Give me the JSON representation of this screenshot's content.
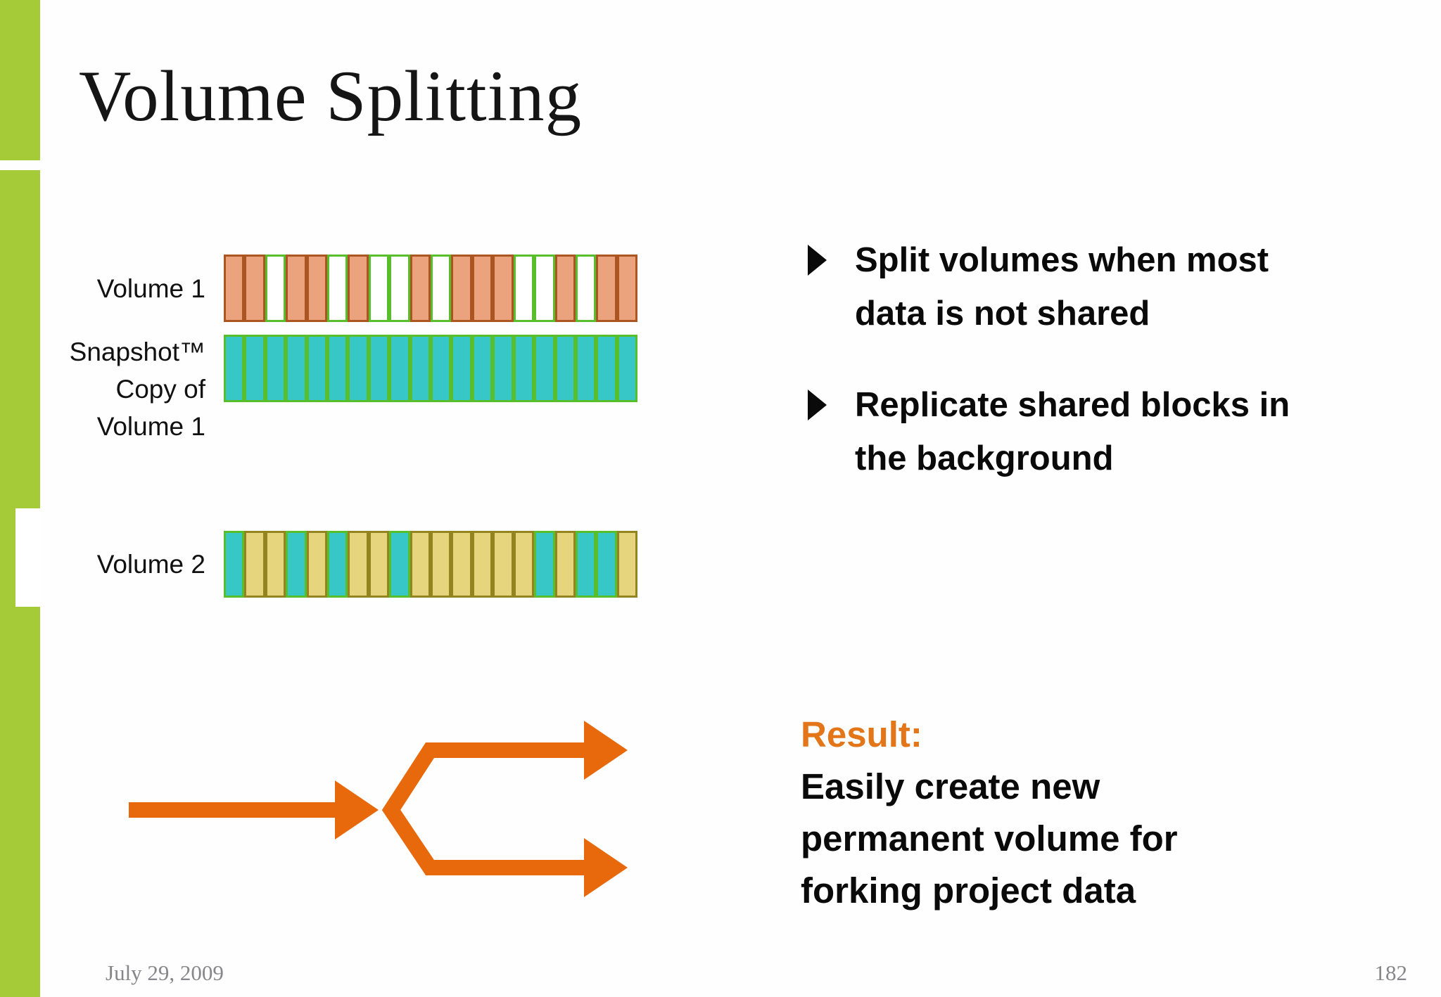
{
  "slide": {
    "title": "Volume Splitting"
  },
  "diagram": {
    "rows": [
      {
        "name": "volume1",
        "label_lines": [
          "Volume 1"
        ],
        "blocks": [
          "data",
          "data",
          "empty",
          "data",
          "data",
          "empty",
          "data",
          "empty",
          "empty",
          "data",
          "empty",
          "data",
          "data",
          "data",
          "empty",
          "empty",
          "data",
          "empty",
          "data",
          "data"
        ]
      },
      {
        "name": "snapshot-copy",
        "label_lines": [
          "Snapshot™",
          "Copy of",
          "Volume 1"
        ],
        "blocks": [
          "shared",
          "shared",
          "shared",
          "shared",
          "shared",
          "shared",
          "shared",
          "shared",
          "shared",
          "shared",
          "shared",
          "shared",
          "shared",
          "shared",
          "shared",
          "shared",
          "shared",
          "shared",
          "shared",
          "shared"
        ]
      },
      {
        "name": "volume2",
        "label_lines": [
          "Volume 2"
        ],
        "blocks": [
          "shared",
          "replicated",
          "replicated",
          "shared",
          "replicated",
          "shared",
          "replicated",
          "replicated",
          "shared",
          "replicated",
          "replicated",
          "replicated",
          "replicated",
          "replicated",
          "replicated",
          "shared",
          "replicated",
          "shared",
          "shared",
          "replicated"
        ]
      }
    ]
  },
  "bullets": [
    {
      "lines": [
        "Split volumes when most",
        "data is not shared"
      ]
    },
    {
      "lines": [
        "Replicate shared blocks in",
        "the background"
      ]
    }
  ],
  "result": {
    "heading": "Result:",
    "lines": [
      "Easily create new",
      "permanent volume for",
      "forking project data"
    ]
  },
  "footer": {
    "date": "July 29, 2009",
    "page": "182"
  },
  "colors": {
    "sidebar_green": "#a5cb39",
    "diagram_green": "#59be2b",
    "salmon_fill": "#eaa37d",
    "salmon_border": "#ab5622",
    "teal_fill": "#36c7c6",
    "tan_fill": "#e7d57e",
    "tan_border": "#94841f",
    "arrow_orange": "#e8690b",
    "result_orange": "#e4761a",
    "footer_gray": "#86868b"
  }
}
